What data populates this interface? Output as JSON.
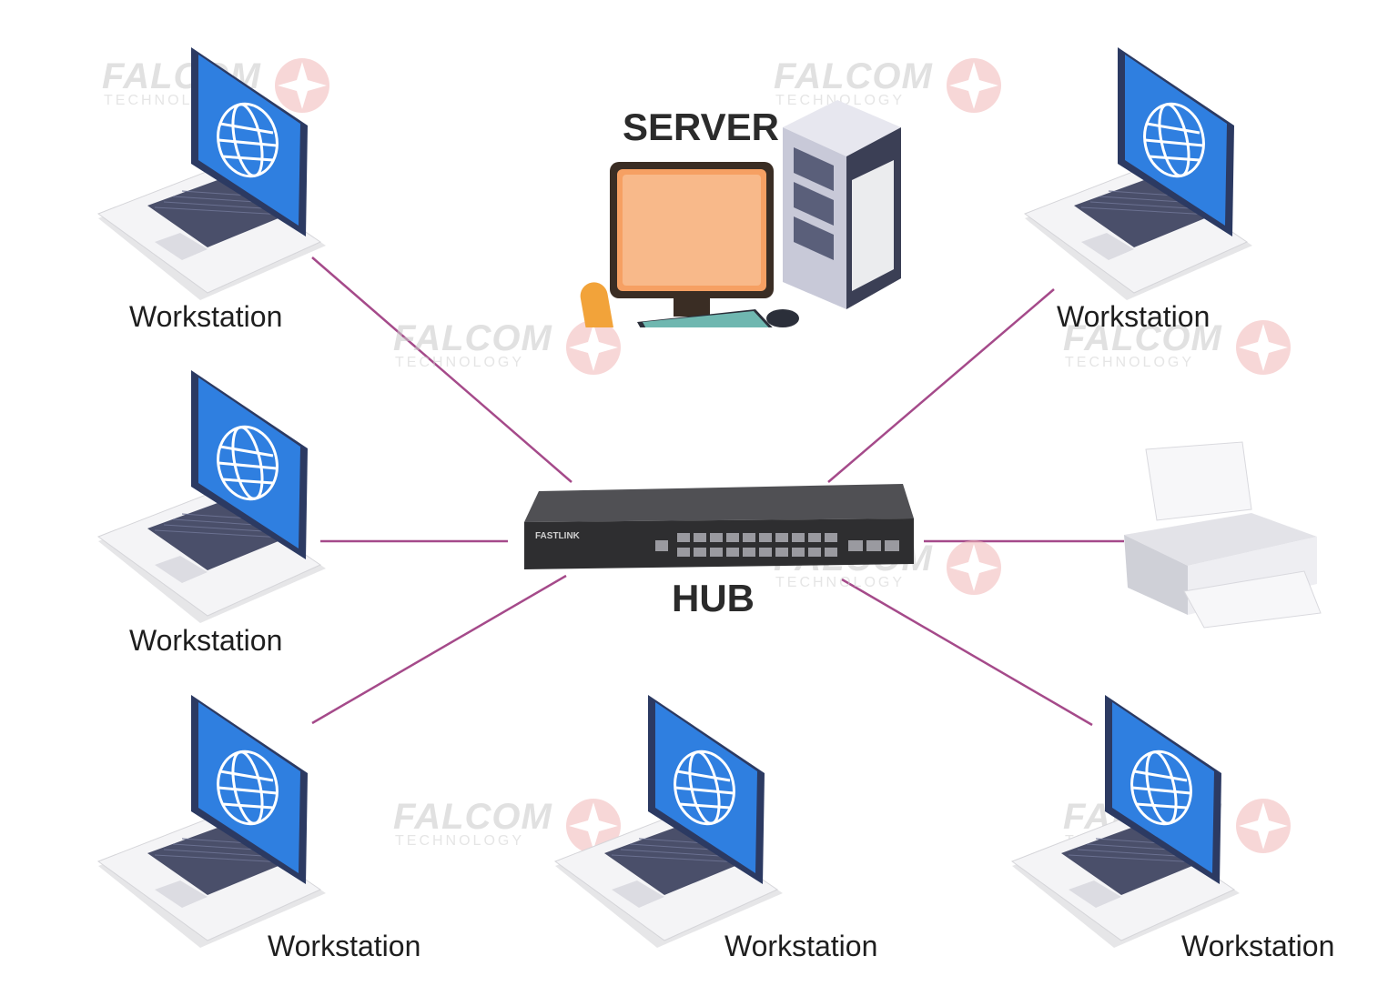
{
  "watermark": {
    "brand": "FALCOM",
    "tagline": "TECHNOLOGY"
  },
  "hub": {
    "label": "HUB",
    "brand": "FASTLINK"
  },
  "server": {
    "label": "SERVER"
  },
  "workstations": [
    {
      "id": "ws-top-left",
      "label": "Workstation"
    },
    {
      "id": "ws-mid-left",
      "label": "Workstation"
    },
    {
      "id": "ws-bottom-left",
      "label": "Workstation"
    },
    {
      "id": "ws-bottom-center",
      "label": "Workstation"
    },
    {
      "id": "ws-bottom-right",
      "label": "Workstation"
    },
    {
      "id": "ws-top-right",
      "label": "Workstation"
    }
  ],
  "printer": {
    "label": ""
  },
  "colors": {
    "link": "#a54a8a",
    "screen": "#2f7fe0",
    "hub_body": "#2e2e30",
    "watermark_red": "#e88a8a"
  }
}
